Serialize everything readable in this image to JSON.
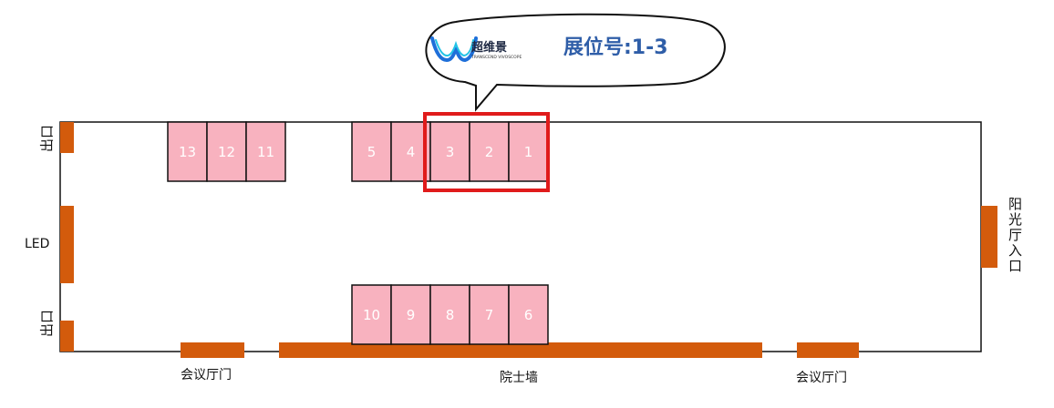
{
  "colors": {
    "booth_fill": "#f8b2bf",
    "booth_stroke": "#111111",
    "bar": "#d35b0c",
    "highlight": "#e01b1b",
    "title": "#2f5ea8",
    "logo_a": "#1e6fd9",
    "logo_b": "#22c3e6"
  },
  "callout": {
    "brand_name": "超维景",
    "brand_subtitle": "TRANSCEND VIVOSCOPE",
    "booth_title": "展位号:1-3",
    "logo_icon": "brand-w-logo-icon"
  },
  "booths_top_left": [
    "13",
    "12",
    "11"
  ],
  "booths_top_mid": [
    "5",
    "4",
    "3",
    "2",
    "1"
  ],
  "booths_bottom": [
    "10",
    "9",
    "8",
    "7",
    "6"
  ],
  "highlighted_booths": [
    "3",
    "2",
    "1"
  ],
  "labels": {
    "exit_top": "出口",
    "led": "LED",
    "exit_bottom": "出口",
    "sunroom_entrance": "阳光厅入口",
    "meeting_door_left": "会议厅门",
    "academician_wall": "院士墙",
    "meeting_door_right": "会议厅门"
  }
}
